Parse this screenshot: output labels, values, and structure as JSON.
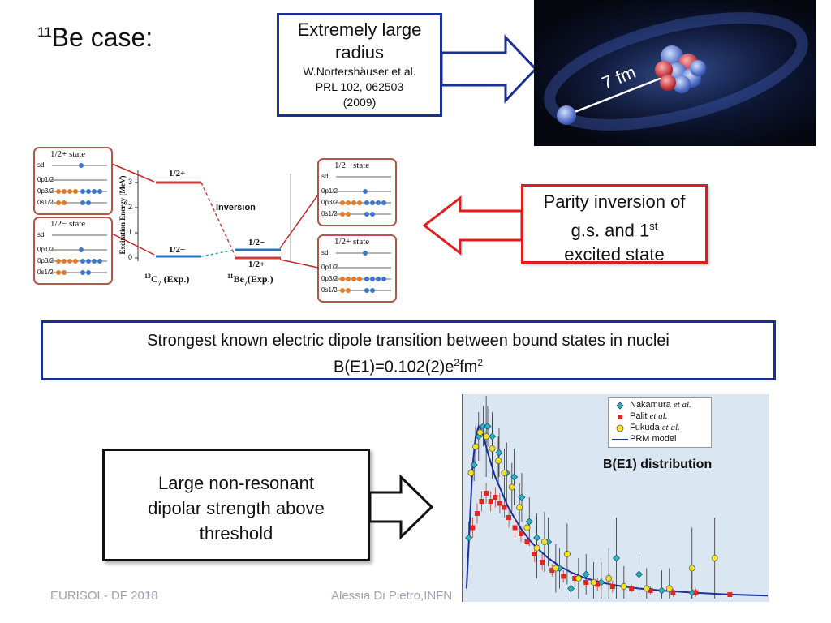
{
  "slide": {
    "title_sup": "11",
    "title_main": "Be case:",
    "footer_left": "EURISOL- DF 2018",
    "footer_center": "Alessia Di Pietro,INFN"
  },
  "radius_callout": {
    "line1": "Extremely large",
    "line2": "radius",
    "ref1": "W.Nortershäuser et al.",
    "ref2": "PRL 102, 062503",
    "ref3": "(2009)"
  },
  "halo_image": {
    "label": "7 fm"
  },
  "parity_callout": {
    "line1": "Parity inversion of",
    "line2a": "g.s. and 1",
    "line2sup": "st",
    "line3": "excited state"
  },
  "dipole_box": {
    "line1": "Strongest known electric dipole transition between bound states in nuclei",
    "line2a": "B(E1)=0.102(2)e",
    "line2sup1": "2",
    "line2b": "fm",
    "line2sup2": "2"
  },
  "nonresonant_box": {
    "line1": "Large non-resonant",
    "line2": "dipolar strength above",
    "line3": "threshold"
  },
  "level_scheme": {
    "ylabel": "Excitation Energy (MeV)",
    "yticks": [
      "0",
      "1",
      "2",
      "3"
    ],
    "c13_label": "13C7 (Exp.)",
    "c13_sup": "13",
    "c13_main": "C",
    "c13_sub": "7",
    "c13_suffix": " (Exp.)",
    "be11_sup": "11",
    "be11_main": "Be",
    "be11_sub": "7",
    "be11_suffix": "(Exp.)",
    "c13_upper": "1/2+",
    "c13_lower": "1/2−",
    "be11_upper": "1/2−",
    "be11_lower": "1/2+",
    "inversion_label": "Inversion",
    "box_tl_title": "1/2+ state",
    "box_bl_title": "1/2− state",
    "box_tr_title": "1/2− state",
    "box_br_title": "1/2+ state",
    "orbitals": [
      "sd",
      "0p1/2",
      "0p3/2",
      "0s1/2"
    ],
    "colors": {
      "proton": "#e07b2a",
      "neutron": "#3a78c9",
      "box": "#b0584a"
    }
  },
  "chart_data": {
    "type": "scatter",
    "title": "B(E1) distribution",
    "legend": [
      {
        "name": "Nakamura",
        "suffix": "et al.",
        "marker": "diamond",
        "color": "#2ab3c6"
      },
      {
        "name": "Palit",
        "suffix": "et al.",
        "marker": "square",
        "color": "#e0261f"
      },
      {
        "name": "Fukuda",
        "suffix": "et al.",
        "marker": "circle",
        "color": "#f2e31a"
      },
      {
        "name": "PRM model",
        "suffix": "",
        "marker": "line",
        "color": "#1a2fa0"
      }
    ],
    "legend_position": "top-right",
    "xlim": [
      0,
      4
    ],
    "ylim": [
      0,
      1
    ],
    "series": [
      {
        "name": "Nakamura",
        "points": [
          [
            0.05,
            0.3
          ],
          [
            0.12,
            0.66
          ],
          [
            0.18,
            0.8
          ],
          [
            0.24,
            0.85
          ],
          [
            0.3,
            0.85
          ],
          [
            0.36,
            0.8
          ],
          [
            0.45,
            0.72
          ],
          [
            0.55,
            0.62
          ],
          [
            0.65,
            0.6
          ],
          [
            0.75,
            0.5
          ],
          [
            0.85,
            0.38
          ],
          [
            0.95,
            0.3
          ],
          [
            1.1,
            0.28
          ],
          [
            1.25,
            0.15
          ],
          [
            1.4,
            0.05
          ],
          [
            1.6,
            0.12
          ],
          [
            1.8,
            0.08
          ],
          [
            2.0,
            0.2
          ],
          [
            2.3,
            0.12
          ],
          [
            2.6,
            0.04
          ],
          [
            3.0,
            0.03
          ]
        ],
        "err": [
          0.08,
          0.08,
          0.12,
          0.1,
          0.1,
          0.12,
          0.12,
          0.15,
          0.14,
          0.12,
          0.12,
          0.12,
          0.12,
          0.1,
          0.1,
          0.1,
          0.1,
          0.2,
          0.1,
          0.1,
          0.1
        ]
      },
      {
        "name": "Palit",
        "points": [
          [
            0.1,
            0.35
          ],
          [
            0.16,
            0.42
          ],
          [
            0.22,
            0.48
          ],
          [
            0.28,
            0.52
          ],
          [
            0.34,
            0.48
          ],
          [
            0.4,
            0.5
          ],
          [
            0.46,
            0.47
          ],
          [
            0.52,
            0.45
          ],
          [
            0.58,
            0.4
          ],
          [
            0.66,
            0.35
          ],
          [
            0.74,
            0.32
          ],
          [
            0.82,
            0.28
          ],
          [
            0.92,
            0.22
          ],
          [
            1.02,
            0.18
          ],
          [
            1.15,
            0.14
          ],
          [
            1.3,
            0.11
          ],
          [
            1.45,
            0.1
          ],
          [
            1.6,
            0.08
          ],
          [
            1.75,
            0.07
          ],
          [
            1.95,
            0.06
          ],
          [
            2.2,
            0.05
          ],
          [
            2.45,
            0.04
          ],
          [
            2.75,
            0.03
          ],
          [
            3.05,
            0.03
          ],
          [
            3.5,
            0.02
          ]
        ],
        "err": [
          0.05,
          0.05,
          0.05,
          0.05,
          0.05,
          0.05,
          0.05,
          0.05,
          0.05,
          0.05,
          0.04,
          0.04,
          0.04,
          0.04,
          0.03,
          0.03,
          0.03,
          0.03,
          0.03,
          0.03,
          0.02,
          0.02,
          0.02,
          0.02,
          0.02
        ]
      },
      {
        "name": "Fukuda",
        "points": [
          [
            0.08,
            0.62
          ],
          [
            0.14,
            0.75
          ],
          [
            0.2,
            0.82
          ],
          [
            0.28,
            0.8
          ],
          [
            0.36,
            0.74
          ],
          [
            0.44,
            0.68
          ],
          [
            0.52,
            0.62
          ],
          [
            0.62,
            0.55
          ],
          [
            0.72,
            0.45
          ],
          [
            0.82,
            0.35
          ],
          [
            0.95,
            0.25
          ],
          [
            1.05,
            0.28
          ],
          [
            1.2,
            0.15
          ],
          [
            1.35,
            0.22
          ],
          [
            1.5,
            0.1
          ],
          [
            1.7,
            0.08
          ],
          [
            1.9,
            0.1
          ],
          [
            2.1,
            0.06
          ],
          [
            2.4,
            0.05
          ],
          [
            2.7,
            0.05
          ],
          [
            3.0,
            0.15
          ],
          [
            3.3,
            0.2
          ]
        ],
        "err": [
          0.08,
          0.1,
          0.15,
          0.2,
          0.15,
          0.12,
          0.12,
          0.12,
          0.12,
          0.15,
          0.15,
          0.15,
          0.12,
          0.15,
          0.1,
          0.1,
          0.15,
          0.1,
          0.1,
          0.1,
          0.2,
          0.2
        ]
      }
    ],
    "model": {
      "name": "PRM model",
      "x": [
        0.02,
        0.06,
        0.1,
        0.14,
        0.18,
        0.22,
        0.26,
        0.3,
        0.35,
        0.4,
        0.48,
        0.56,
        0.65,
        0.75,
        0.85,
        0.95,
        1.1,
        1.25,
        1.4,
        1.6,
        1.8,
        2.0,
        2.3,
        2.6,
        3.0,
        3.4,
        3.8,
        4.0
      ],
      "y": [
        0.05,
        0.35,
        0.65,
        0.8,
        0.85,
        0.83,
        0.78,
        0.72,
        0.66,
        0.6,
        0.53,
        0.46,
        0.4,
        0.34,
        0.29,
        0.25,
        0.2,
        0.16,
        0.13,
        0.1,
        0.08,
        0.065,
        0.05,
        0.04,
        0.03,
        0.022,
        0.017,
        0.015
      ]
    },
    "grid": false,
    "xlabel": "",
    "ylabel": ""
  }
}
